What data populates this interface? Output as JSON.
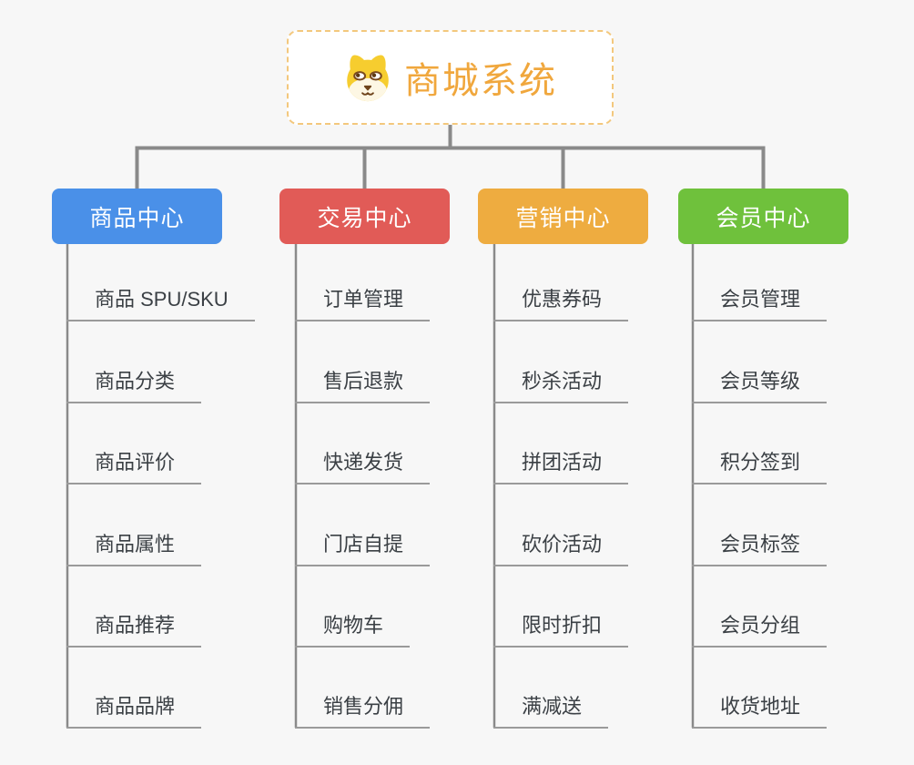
{
  "root": {
    "title": "商城系统",
    "icon": "dog-face-icon",
    "accent_color": "#F0A73D",
    "border_color": "#F3C87D"
  },
  "branches": [
    {
      "label": "商品中心",
      "color": "#4A90E8",
      "items": [
        "商品 SPU/SKU",
        "商品分类",
        "商品评价",
        "商品属性",
        "商品推荐",
        "商品品牌"
      ]
    },
    {
      "label": "交易中心",
      "color": "#E15B57",
      "items": [
        "订单管理",
        "售后退款",
        "快递发货",
        "门店自提",
        "购物车",
        "销售分佣"
      ]
    },
    {
      "label": "营销中心",
      "color": "#EEAC40",
      "items": [
        "优惠券码",
        "秒杀活动",
        "拼团活动",
        "砍价活动",
        "限时折扣",
        "满减送"
      ]
    },
    {
      "label": "会员中心",
      "color": "#6FC13C",
      "items": [
        "会员管理",
        "会员等级",
        "积分签到",
        "会员标签",
        "会员分组",
        "收货地址"
      ]
    }
  ],
  "colors": {
    "background": "#F7F7F7",
    "connector": "#8A8A8A",
    "leaf_underline": "#9A9A9A",
    "leaf_text": "#3B4045",
    "branch_text": "#FFFFFF"
  }
}
